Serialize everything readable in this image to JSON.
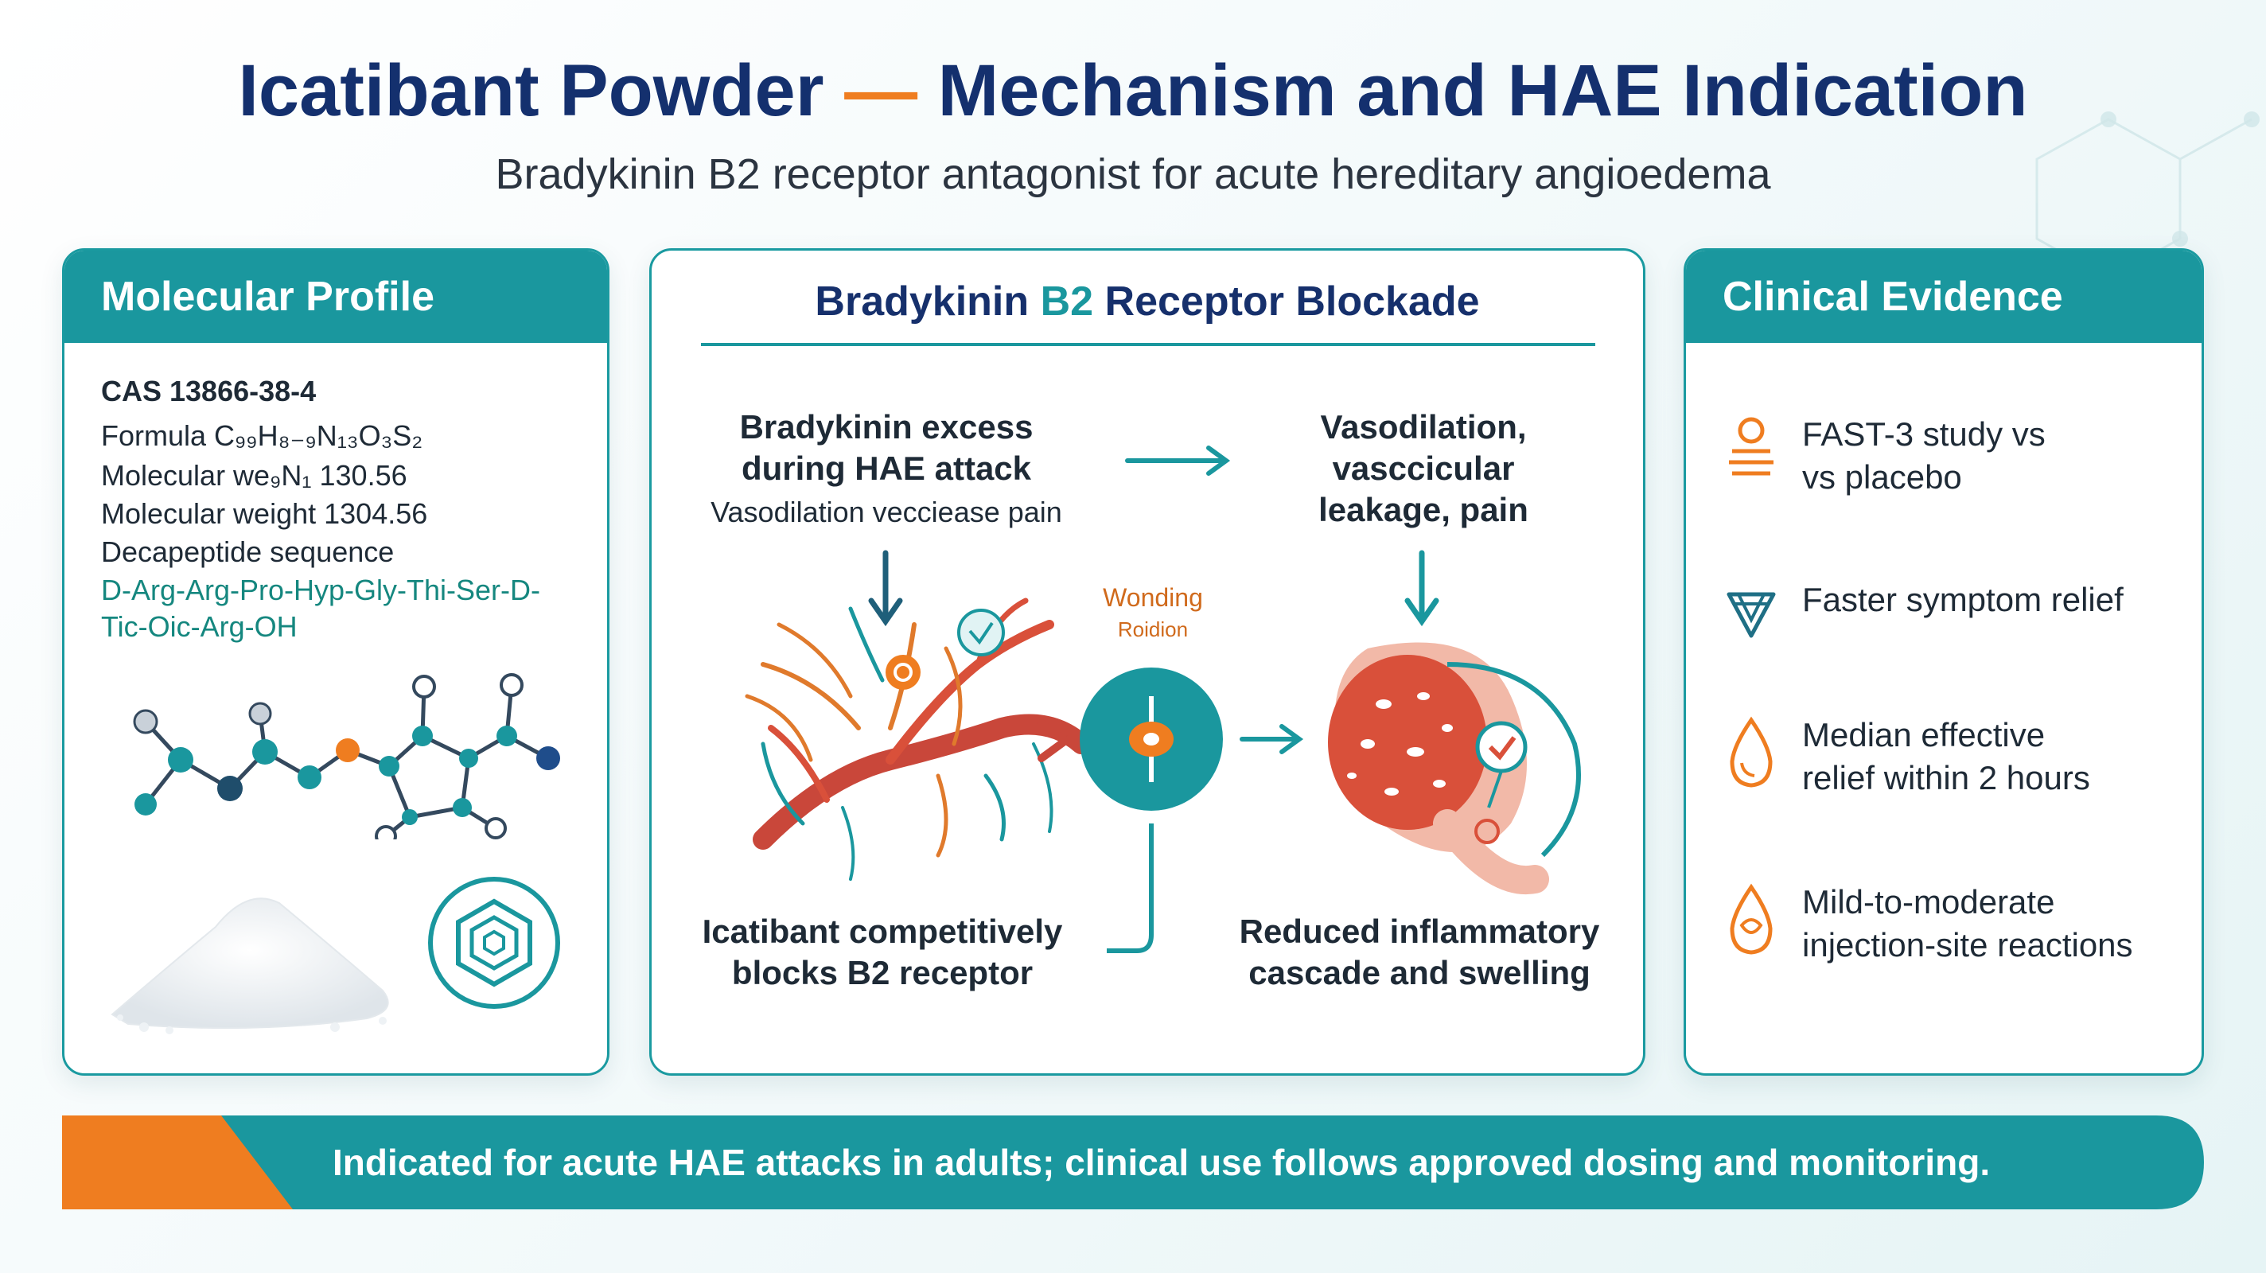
{
  "header": {
    "title_part1": "Icatibant Powder",
    "title_dash": "—",
    "title_part2": "Mechanism and HAE Indication",
    "subtitle": "Bradykinin B2 receptor antagonist for acute hereditary angioedema"
  },
  "molecular_profile": {
    "heading": "Molecular Profile",
    "cas": "CAS 13866-38-4",
    "formula": "Formula C₉₉H₈₋₉N₁₃O₃S₂",
    "molecular_weight_line1": "Molecular we₉N₁ 130.56",
    "molecular_weight_line2": "Molecular weight 1304.56",
    "sequence_label": "Decapeptide sequence",
    "sequence_line1": "D-Arg-Arg-Pro-Hyp-Gly-Thi-Ser-D-",
    "sequence_line2": "Tic-Oic-Arg-OH",
    "icons": [
      "molecule-structure-icon",
      "powder-pile-icon",
      "hexagon-emblem-icon"
    ]
  },
  "mechanism": {
    "heading_part1": "Bradykinin",
    "heading_b2": "B2",
    "heading_part2": "Receptor Blockade",
    "step1_line1": "Bradykinin excess",
    "step1_line2": "during HAE attack",
    "step1_sub": "Vasodilation vecciease pain",
    "step2_line1": "Vasodilation,",
    "step2_line2": "vasccicular",
    "step2_line3": "leakage, pain",
    "center_label_line1": "Wonding",
    "center_label_line2": "Roidion",
    "step3_line1": "Icatibant competitively",
    "step3_line2": "blocks B2 receptor",
    "step4_line1": "Reduced inflammatory",
    "step4_line2": "cascade and swelling",
    "icons": [
      "blood-vessel-icon",
      "receptor-icon",
      "tissue-swelling-icon",
      "checkmark-icon"
    ]
  },
  "clinical_evidence": {
    "heading": "Clinical Evidence",
    "items": [
      {
        "line1": "FAST-3 study vs",
        "line2": "vs placebo",
        "icon": "person-study-icon"
      },
      {
        "line1": "Faster symptom relief",
        "line2": "",
        "icon": "gem-icon"
      },
      {
        "line1": "Median effective",
        "line2": "relief within 2 hours",
        "icon": "droplet-icon"
      },
      {
        "line1": "Mild-to-moderate",
        "line2": "injection-site reactions",
        "icon": "droplet-icon"
      }
    ]
  },
  "banner": {
    "text": "Indicated for acute HAE attacks in adults; clinical use follows approved dosing and monitoring."
  },
  "colors": {
    "teal": "#1a979e",
    "navy": "#14306e",
    "orange": "#ef7d20",
    "red": "#d9503a"
  }
}
